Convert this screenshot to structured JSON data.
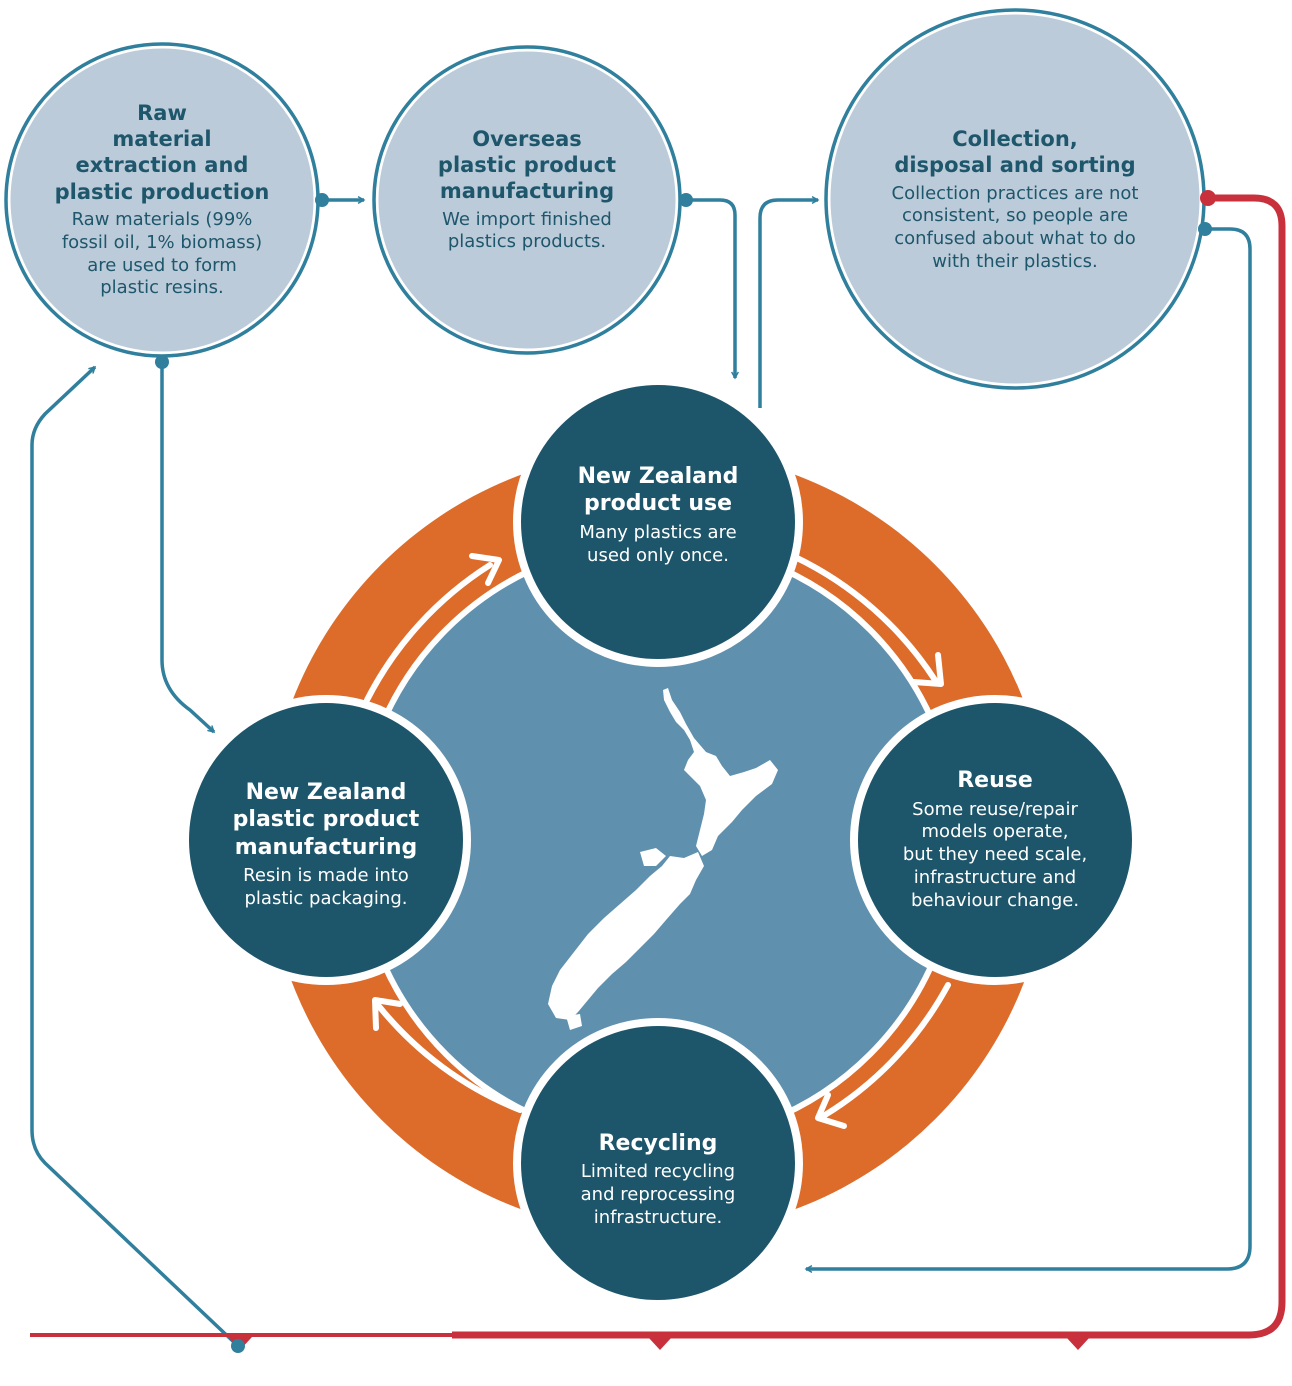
{
  "colors": {
    "light_circle_fill": "#bccbd9",
    "light_circle_stroke": "#2f7f9d",
    "dark_circle_fill": "#1d566b",
    "ring_orange": "#dd6b2a",
    "center_fill": "#5f90ad",
    "connector_blue": "#2f7f9d",
    "connector_red": "#c8313c"
  },
  "nodes": {
    "raw_material": {
      "title": "Raw\nmaterial\nextraction and\nplastic production",
      "description": "Raw materials (99%\nfossil oil, 1% biomass)\nare used to form\nplastic resins."
    },
    "overseas_manufacturing": {
      "title": "Overseas\nplastic product\nmanufacturing",
      "description": "We import finished\nplastics products."
    },
    "collection": {
      "title": "Collection,\ndisposal and sorting",
      "description": "Collection practices are not\nconsistent, so people are\nconfused about what to do\nwith their plastics."
    },
    "nz_product_use": {
      "title": "New Zealand\nproduct use",
      "description": "Many plastics are\nused only once."
    },
    "reuse": {
      "title": "Reuse",
      "description": "Some reuse/repair\nmodels operate,\nbut they need scale,\ninfrastructure and\nbehaviour change."
    },
    "recycling": {
      "title": "Recycling",
      "description": "Limited recycling\nand reprocessing\ninfrastructure."
    },
    "nz_manufacturing": {
      "title": "New Zealand\nplastic product\nmanufacturing",
      "description": "Resin is made into\nplastic packaging."
    }
  },
  "center_icon": "new-zealand-map-icon"
}
